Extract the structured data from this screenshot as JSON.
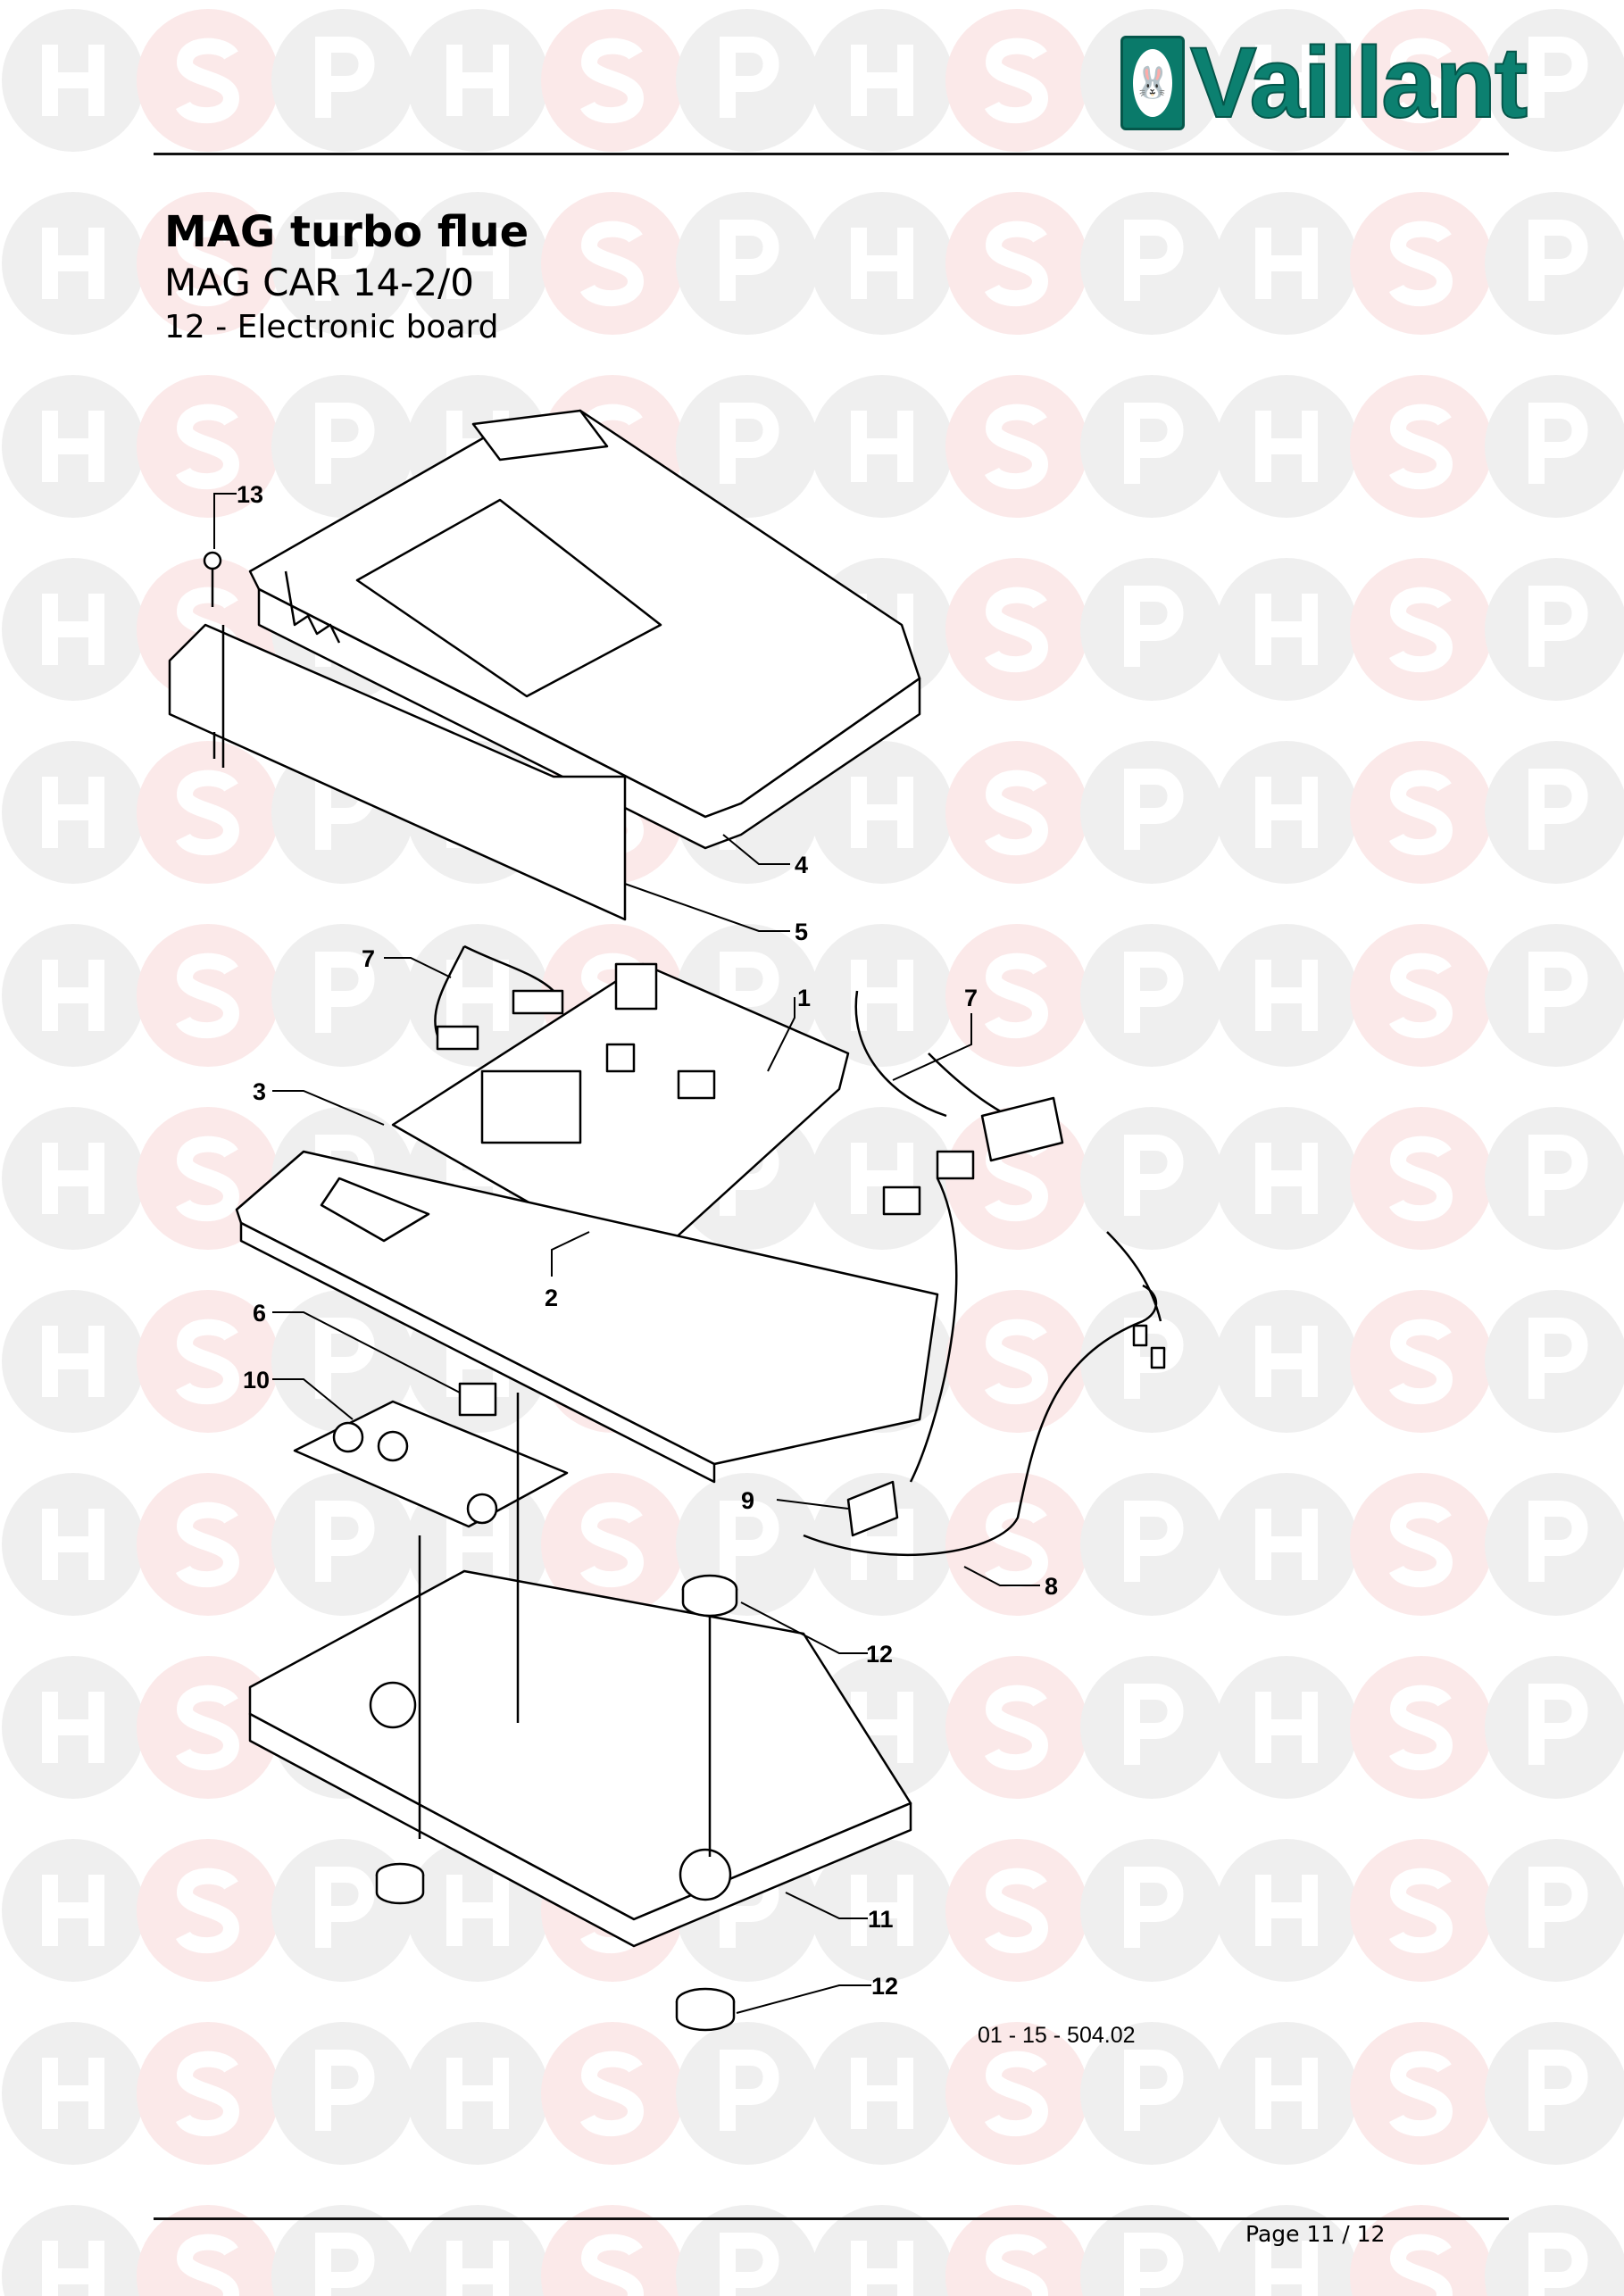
{
  "brand": {
    "logo_text": "Vaillant",
    "color": "#0c8070"
  },
  "watermark": {
    "letters": [
      "H",
      "S",
      "P"
    ],
    "gray": "#efefef",
    "pink": "#fbe9e9"
  },
  "header": {
    "title": "MAG turbo flue",
    "model": "MAG CAR 14-2/0",
    "section": "12 - Electronic board"
  },
  "callouts": [
    {
      "id": "c13",
      "label": "13"
    },
    {
      "id": "c4",
      "label": "4"
    },
    {
      "id": "c5",
      "label": "5"
    },
    {
      "id": "c7a",
      "label": "7"
    },
    {
      "id": "c1",
      "label": "1"
    },
    {
      "id": "c7b",
      "label": "7"
    },
    {
      "id": "c3",
      "label": "3"
    },
    {
      "id": "c2",
      "label": "2"
    },
    {
      "id": "c6",
      "label": "6"
    },
    {
      "id": "c10",
      "label": "10"
    },
    {
      "id": "c9",
      "label": "9"
    },
    {
      "id": "c8",
      "label": "8"
    },
    {
      "id": "c12a",
      "label": "12"
    },
    {
      "id": "c11",
      "label": "11"
    },
    {
      "id": "c12b",
      "label": "12"
    }
  ],
  "drawing_code": "01 - 15 - 504.02",
  "footer": {
    "page": "Page 11 / 12"
  }
}
